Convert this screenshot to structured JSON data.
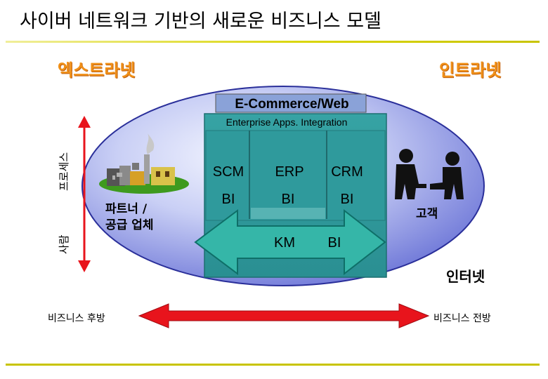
{
  "title": "사이버 네트워크 기반의 새로운 비즈니스 모델",
  "extranet": "엑스트라넷",
  "intranet": "인트라넷",
  "ecommerce": "E-Commerce/Web",
  "eai": "Enterprise Apps. Integration",
  "apps": [
    "SCM",
    "ERP",
    "CRM"
  ],
  "bi_label": "BI",
  "km": "KM",
  "process": "프로세스",
  "people": "사람",
  "partner_line1": "파트너 /",
  "partner_line2": "공급 업체",
  "customer": "고객",
  "internet": "인터넷",
  "back_office": "비즈니스 후방",
  "front_office": "비즈니스 전방",
  "colors": {
    "ellipse": "#6f78d8",
    "box": "#2f9a9c",
    "arrow": "#35b6a8",
    "red": "#e8141c",
    "orange": "#f09018",
    "rule": "#c8c400"
  },
  "icons": [
    "factory-icon",
    "handshake-icon"
  ]
}
